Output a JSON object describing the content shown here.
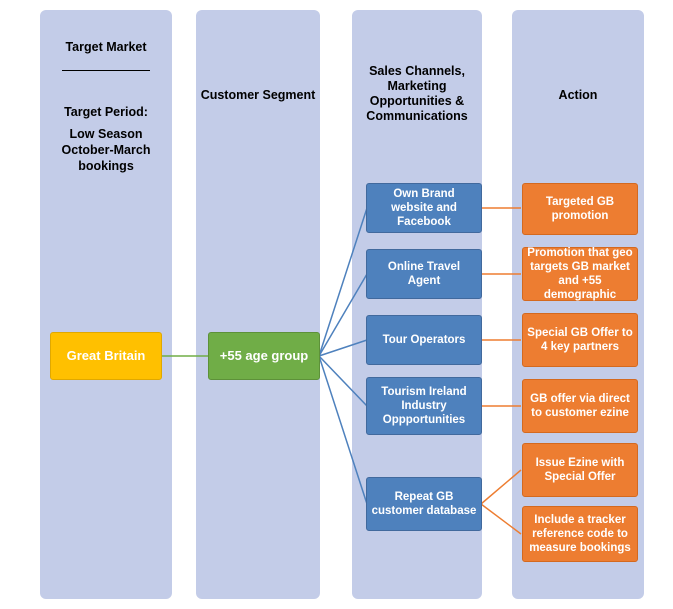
{
  "columns": [
    {
      "id": "target-market",
      "title": "Target Market",
      "sub_title": "Target Period:",
      "sub_text": "Low Season\nOctober-March\nbookings"
    },
    {
      "id": "customer-segment",
      "title": "Customer Segment"
    },
    {
      "id": "sales-channels",
      "title": "Sales Channels,\nMarketing\nOpportunities &\nCommunications"
    },
    {
      "id": "action",
      "title": "Action"
    }
  ],
  "nodes": {
    "market": {
      "label": "Great Britain",
      "color": "#ffc000"
    },
    "segment": {
      "label": "+55 age group",
      "color": "#70ad47"
    },
    "channels": [
      {
        "label": "Own Brand website and Facebook",
        "color": "#4e81bd"
      },
      {
        "label": "Online Travel Agent",
        "color": "#4e81bd"
      },
      {
        "label": "Tour Operators",
        "color": "#4e81bd"
      },
      {
        "label": "Tourism Ireland Industry Oppportunities",
        "color": "#4e81bd"
      },
      {
        "label": "Repeat GB customer database",
        "color": "#4e81bd"
      }
    ],
    "actions": [
      {
        "label": "Targeted GB promotion",
        "color": "#ed7d31"
      },
      {
        "label": "Promotion that geo targets GB market and +55 demographic",
        "color": "#ed7d31"
      },
      {
        "label": "Special  GB Offer to 4 key partners",
        "color": "#ed7d31"
      },
      {
        "label": "GB offer via direct to customer ezine",
        "color": "#ed7d31"
      },
      {
        "label": "Issue Ezine with Special Offer",
        "color": "#ed7d31"
      },
      {
        "label": "Include a tracker reference code to measure bookings",
        "color": "#ed7d31"
      }
    ]
  },
  "connector_colors": {
    "market_to_segment": "#70ad47",
    "segment_to_channels": "#4e81bd",
    "channels_to_actions": "#ed7d31"
  }
}
